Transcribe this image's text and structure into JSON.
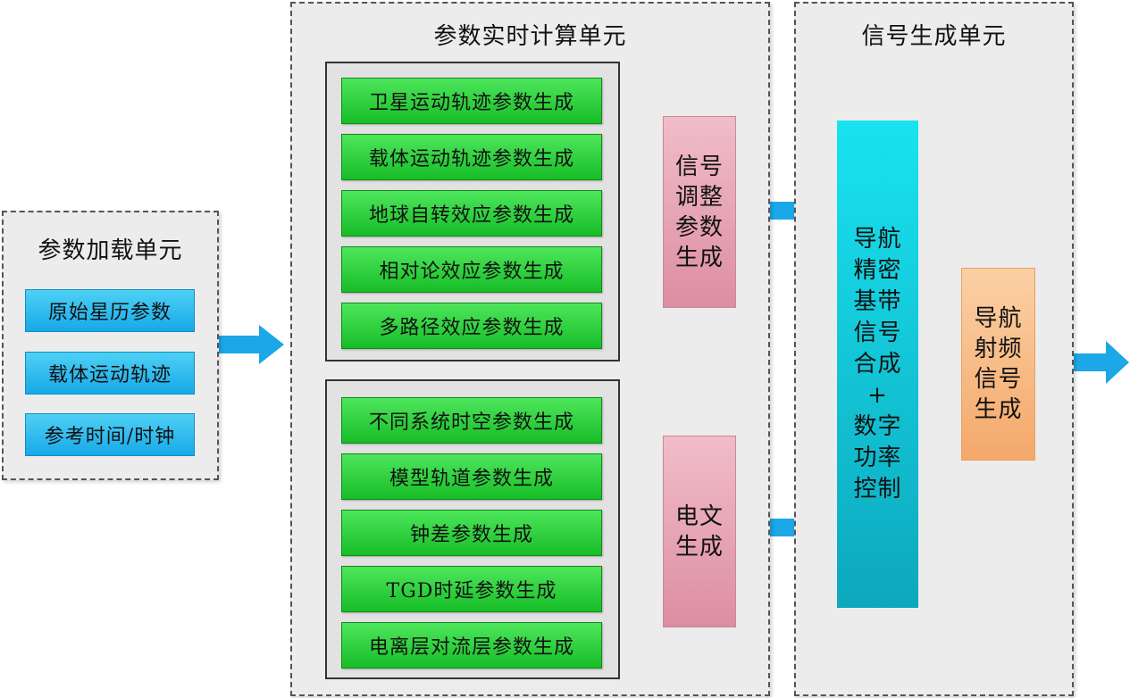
{
  "load_unit": {
    "title": "参数加载单元",
    "items": [
      "原始星历参数",
      "载体运动轨迹",
      "参考时间/时钟"
    ]
  },
  "calc_unit": {
    "title": "参数实时计算单元",
    "group1": [
      "卫星运动轨迹参数生成",
      "载体运动轨迹参数生成",
      "地球自转效应参数生成",
      "相对论效应参数生成",
      "多路径效应参数生成"
    ],
    "group2": [
      "不同系统时空参数生成",
      "模型轨道参数生成",
      "钟差参数生成",
      "TGD时延参数生成",
      "电离层对流层参数生成"
    ],
    "signal_adjust": [
      "信号",
      "调整",
      "参数",
      "生成"
    ],
    "message_gen": [
      "电文",
      "生成"
    ]
  },
  "signal_unit": {
    "title": "信号生成单元",
    "baseband": [
      "导航",
      "精密",
      "基带",
      "信号",
      "合成",
      "+",
      "数字",
      "功率",
      "控制"
    ],
    "rf": [
      "导航",
      "射频",
      "信号",
      "生成"
    ]
  },
  "colors": {
    "arrow": "#1ba7e8",
    "green": "#22c42f",
    "blue": "#1aabea",
    "pink": "#e6a3b3",
    "cyan": "#10c6d8",
    "orange": "#f7bb85"
  }
}
